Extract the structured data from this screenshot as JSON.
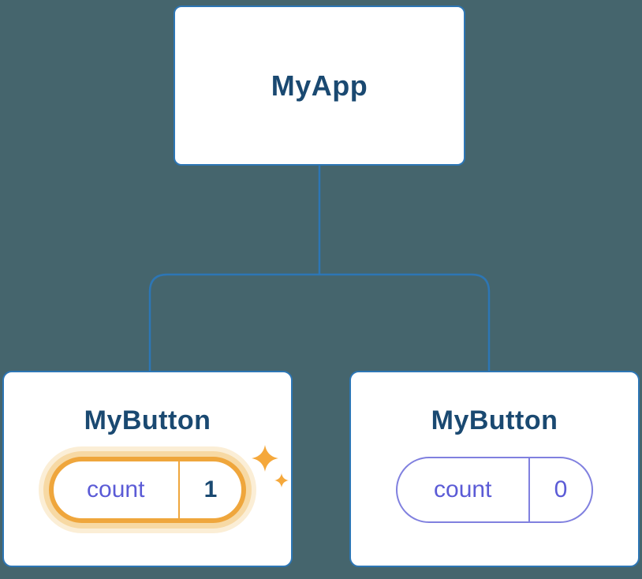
{
  "diagram": {
    "title": "component-state-tree",
    "background_color": "#45656D",
    "colors": {
      "box_border": "#2D76B5",
      "connector_line": "#2D76B5",
      "title_text": "#1A4971",
      "state_text": "#5B5BD6",
      "state_border": "#8080DF",
      "highlight_border": "#EFA63C",
      "highlight_glow": "#F7D9A4",
      "sparkle": "#F5A83B"
    },
    "tree": {
      "root": {
        "label": "MyApp",
        "children": [
          {
            "label": "MyButton",
            "highlighted": true,
            "state": {
              "key": "count",
              "value": "1"
            }
          },
          {
            "label": "MyButton",
            "highlighted": false,
            "state": {
              "key": "count",
              "value": "0"
            }
          }
        ]
      }
    }
  }
}
